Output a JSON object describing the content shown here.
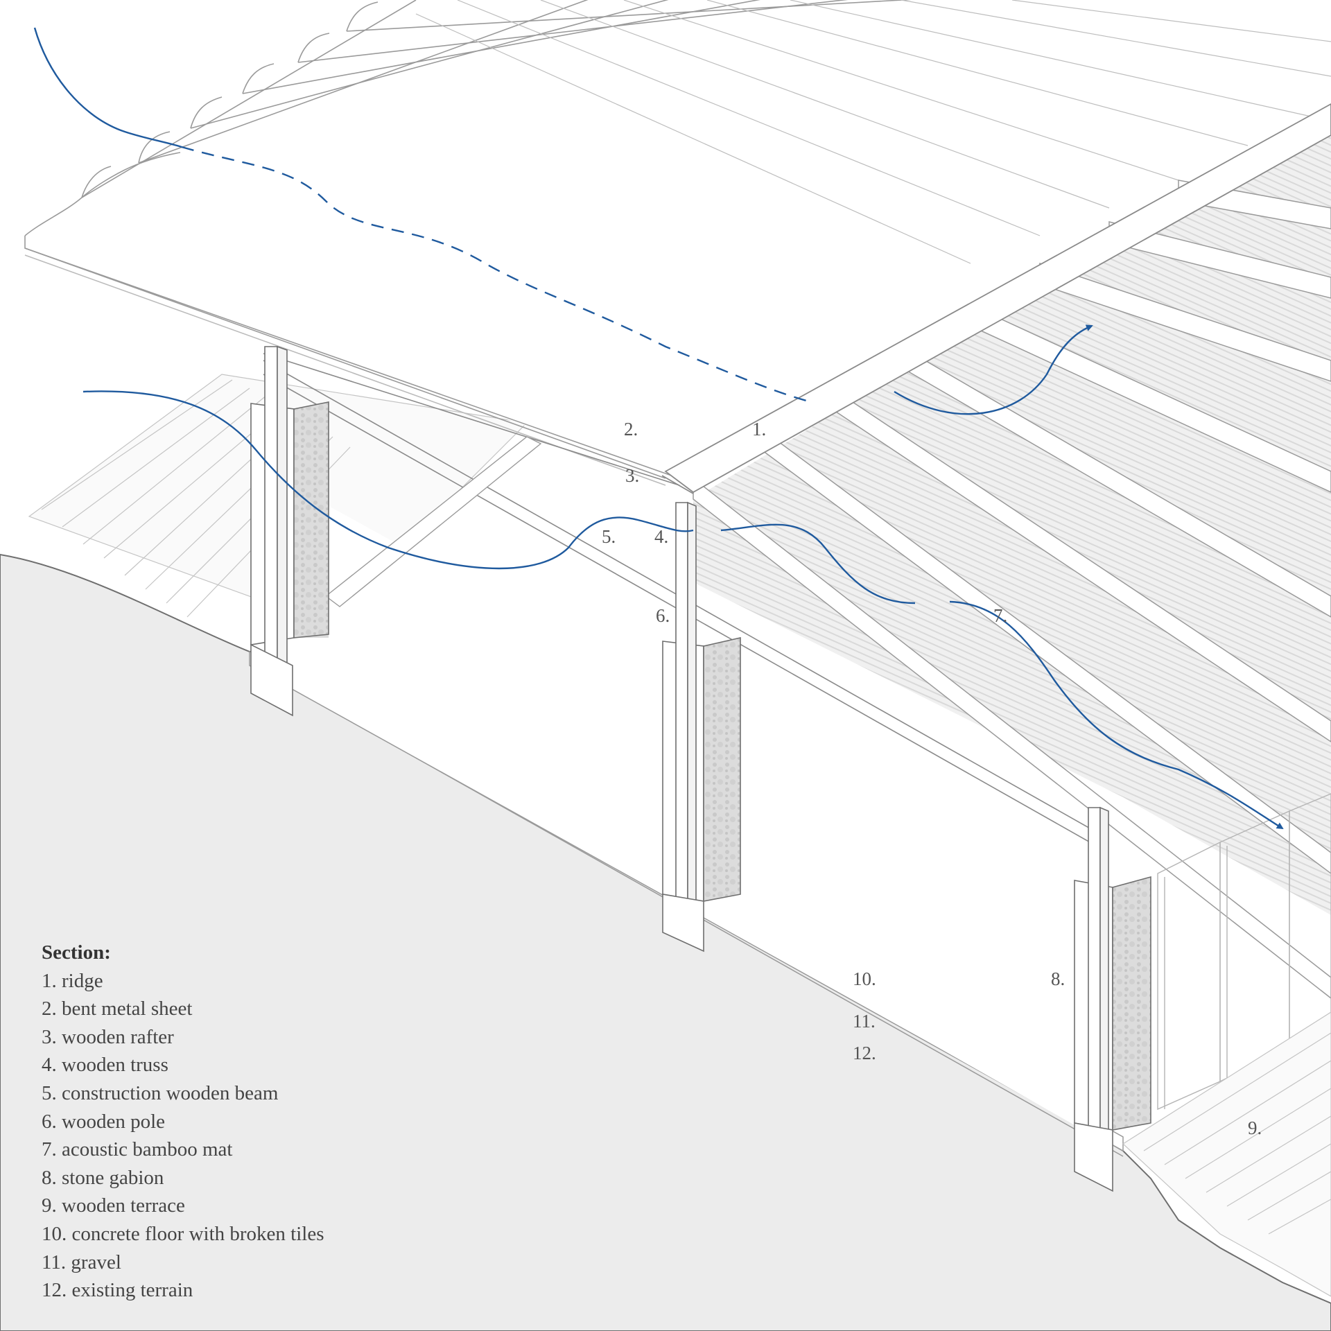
{
  "colors": {
    "ink": "#8a8a8a",
    "light_ink": "#b9b9b9",
    "airflow": "#1f5a9e",
    "ground": "#ebebeb",
    "gabion": "#d6d6d6",
    "bamboo": "#e4e4e4",
    "text": "#444444"
  },
  "labels": [
    {
      "id": "l1",
      "text": "1."
    },
    {
      "id": "l2",
      "text": "2."
    },
    {
      "id": "l3",
      "text": "3."
    },
    {
      "id": "l4",
      "text": "4."
    },
    {
      "id": "l5",
      "text": "5."
    },
    {
      "id": "l6",
      "text": "6."
    },
    {
      "id": "l7",
      "text": "7."
    },
    {
      "id": "l8",
      "text": "8."
    },
    {
      "id": "l9",
      "text": "9."
    },
    {
      "id": "l10",
      "text": "10."
    },
    {
      "id": "l11",
      "text": "11."
    },
    {
      "id": "l12",
      "text": "12."
    }
  ],
  "legend": {
    "title": "Section:",
    "items": [
      "1. ridge",
      "2. bent metal sheet",
      "3. wooden rafter",
      "4. wooden truss",
      "5. construction wooden beam",
      "6. wooden pole",
      "7. acoustic bamboo mat",
      "8. stone gabion",
      "9. wooden terrace",
      "10. concrete floor with broken tiles",
      "11. gravel",
      "12. existing terrain"
    ]
  }
}
